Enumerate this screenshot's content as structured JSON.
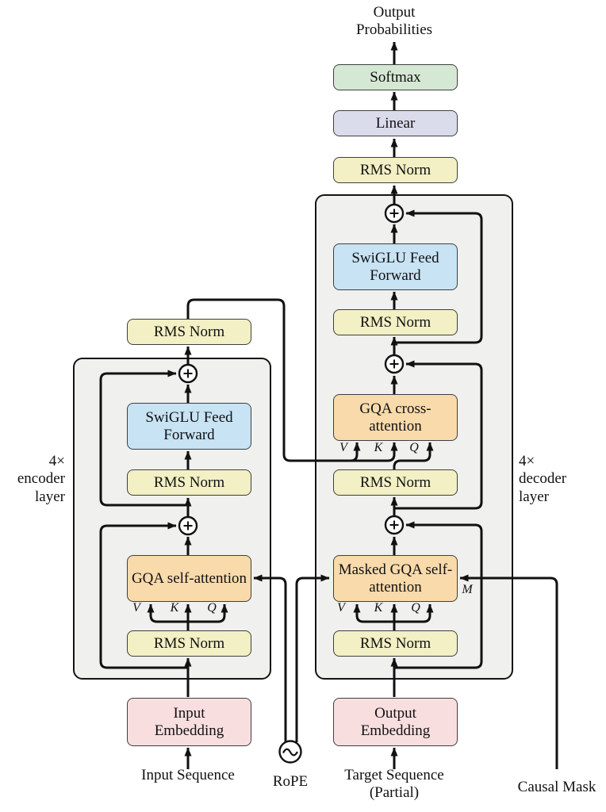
{
  "diagram": {
    "output_label": "Output Probabilities",
    "softmax": "Softmax",
    "linear": "Linear",
    "rms_norm": "RMS Norm",
    "swiglu": "SwiGLU Feed Forward",
    "gqa_self": "GQA self-attention",
    "gqa_cross": "GQA cross-attention",
    "masked_gqa": "Masked GQA self-attention",
    "input_embedding": "Input Embedding",
    "output_embedding": "Output Embedding",
    "input_sequence": "Input Sequence",
    "target_sequence": "Target Sequence (Partial)",
    "rope": "RoPE",
    "causal_mask": "Causal Mask",
    "encoder_layer_label": "4× encoder layer",
    "decoder_layer_label": "4× decoder layer",
    "v": "V",
    "k": "K",
    "q": "Q",
    "m": "M",
    "colors": {
      "softmax_green": "#d5e8d4",
      "linear_purple": "#dadcec",
      "rms_yellow": "#f2f0c4",
      "swiglu_blue": "#c7e3f4",
      "attention_orange": "#f8daab",
      "embedding_pink": "#f9dee0",
      "layer_box_gray": "#f0f0ee",
      "line_black": "#111111"
    }
  }
}
